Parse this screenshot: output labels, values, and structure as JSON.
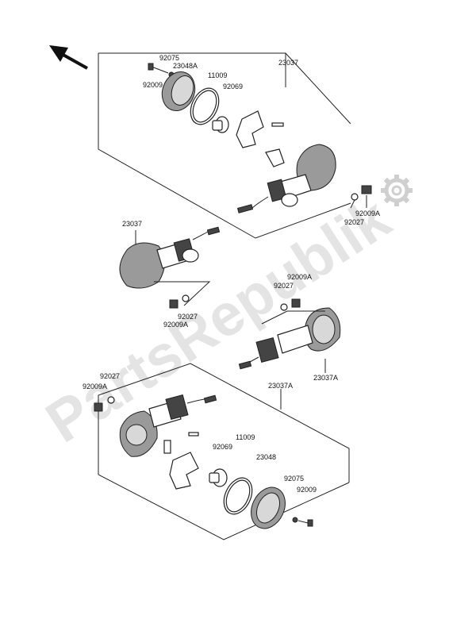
{
  "watermark": {
    "text": "PartsRepublik"
  },
  "icons": {
    "direction": "front-arrow-icon",
    "gear": "gear-icon"
  },
  "labels": {
    "a_92075": "92075",
    "a_23048A": "23048A",
    "a_92009": "92009",
    "a_11009": "11009",
    "a_92069": "92069",
    "a_23037": "23037",
    "a_92009A": "92009A",
    "a_92027": "92027",
    "b_23037": "23037",
    "b_92027": "92027",
    "b_92009A": "92009A",
    "c_92009A": "92009A",
    "c_92027": "92027",
    "c_23037A": "23037A",
    "d_92027": "92027",
    "d_92009A": "92009A",
    "d_23037A": "23037A",
    "d_11009": "11009",
    "d_92069": "92069",
    "d_23048": "23048",
    "d_92075": "92075",
    "d_92009": "92009"
  }
}
